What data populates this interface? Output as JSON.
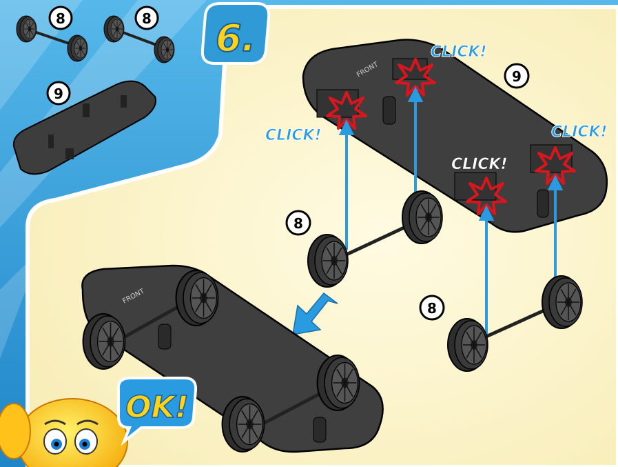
{
  "step": {
    "number": "6."
  },
  "parts_panel": {
    "items": [
      {
        "name": "axle-with-wheels",
        "label": "8"
      },
      {
        "name": "axle-with-wheels",
        "label": "8"
      },
      {
        "name": "chassis",
        "label": "9"
      }
    ]
  },
  "assembly": {
    "chassis_label": "9",
    "chassis_text": "FRONT",
    "front_axle_label": "8",
    "rear_axle_label": "8",
    "click_texts": [
      "CLICK!",
      "CLICK!",
      "CLICK!",
      "CLICK!"
    ]
  },
  "result": {
    "chassis_text": "FRONT"
  },
  "mascot": {
    "speech": "OK!"
  },
  "colors": {
    "frame_blue": "#2f9ad6",
    "canvas": "#fdf6cf",
    "part_dark": "#4a4a4a",
    "arrow_blue": "#2a9be0",
    "click_burst": "#d8161e",
    "step_yellow": "#ffd21c"
  },
  "icons": [
    "axle-icon",
    "chassis-icon",
    "direction-arrow-icon",
    "click-burst-icon",
    "mascot-icon"
  ]
}
